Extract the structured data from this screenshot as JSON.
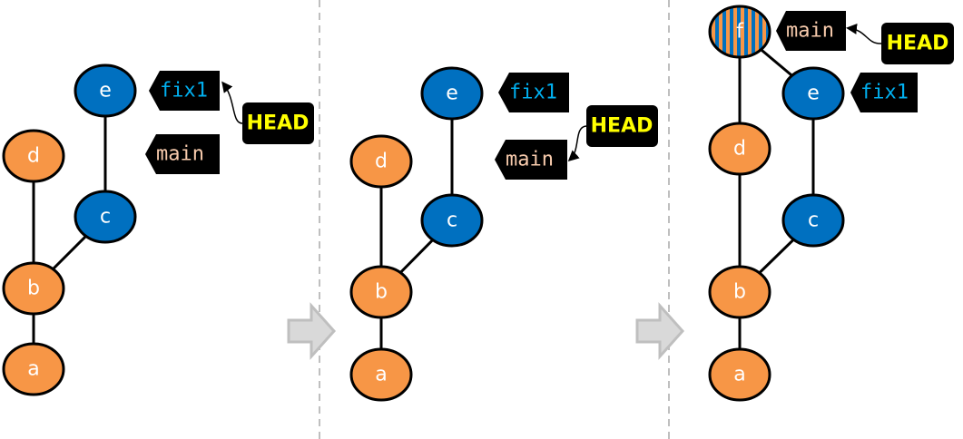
{
  "colors": {
    "main_node": "#f79646",
    "fix_node": "#0070c0",
    "branch_bg": "#000000",
    "main_text": "#f8cbad",
    "fix_text": "#00b0f0",
    "head_text": "#ffff00",
    "separator": "#bfbfbf",
    "arrow_fill": "#d9d9d9",
    "arrow_stroke": "#bfbfbf"
  },
  "panels": [
    {
      "name": "before",
      "commits": [
        {
          "id": "a",
          "branch": "main"
        },
        {
          "id": "b",
          "branch": "main"
        },
        {
          "id": "d",
          "branch": "main"
        },
        {
          "id": "c",
          "branch": "fix1"
        },
        {
          "id": "e",
          "branch": "fix1"
        }
      ],
      "edges": [
        [
          "a",
          "b"
        ],
        [
          "b",
          "d"
        ],
        [
          "b",
          "c"
        ],
        [
          "c",
          "e"
        ]
      ],
      "labels": {
        "fix1": "fix1",
        "main": "main",
        "head": "HEAD"
      },
      "head_points_to": "fix1"
    },
    {
      "name": "checkout-main",
      "commits": [
        {
          "id": "a",
          "branch": "main"
        },
        {
          "id": "b",
          "branch": "main"
        },
        {
          "id": "d",
          "branch": "main"
        },
        {
          "id": "c",
          "branch": "fix1"
        },
        {
          "id": "e",
          "branch": "fix1"
        }
      ],
      "edges": [
        [
          "a",
          "b"
        ],
        [
          "b",
          "d"
        ],
        [
          "b",
          "c"
        ],
        [
          "c",
          "e"
        ]
      ],
      "labels": {
        "fix1": "fix1",
        "main": "main",
        "head": "HEAD"
      },
      "head_points_to": "main"
    },
    {
      "name": "merged",
      "commits": [
        {
          "id": "a",
          "branch": "main"
        },
        {
          "id": "b",
          "branch": "main"
        },
        {
          "id": "d",
          "branch": "main"
        },
        {
          "id": "c",
          "branch": "fix1"
        },
        {
          "id": "e",
          "branch": "fix1"
        },
        {
          "id": "f",
          "branch": "merge"
        }
      ],
      "edges": [
        [
          "a",
          "b"
        ],
        [
          "b",
          "d"
        ],
        [
          "b",
          "c"
        ],
        [
          "c",
          "e"
        ],
        [
          "d",
          "f"
        ],
        [
          "e",
          "f"
        ]
      ],
      "labels": {
        "fix1": "fix1",
        "main": "main",
        "head": "HEAD"
      },
      "head_points_to": "main"
    }
  ]
}
